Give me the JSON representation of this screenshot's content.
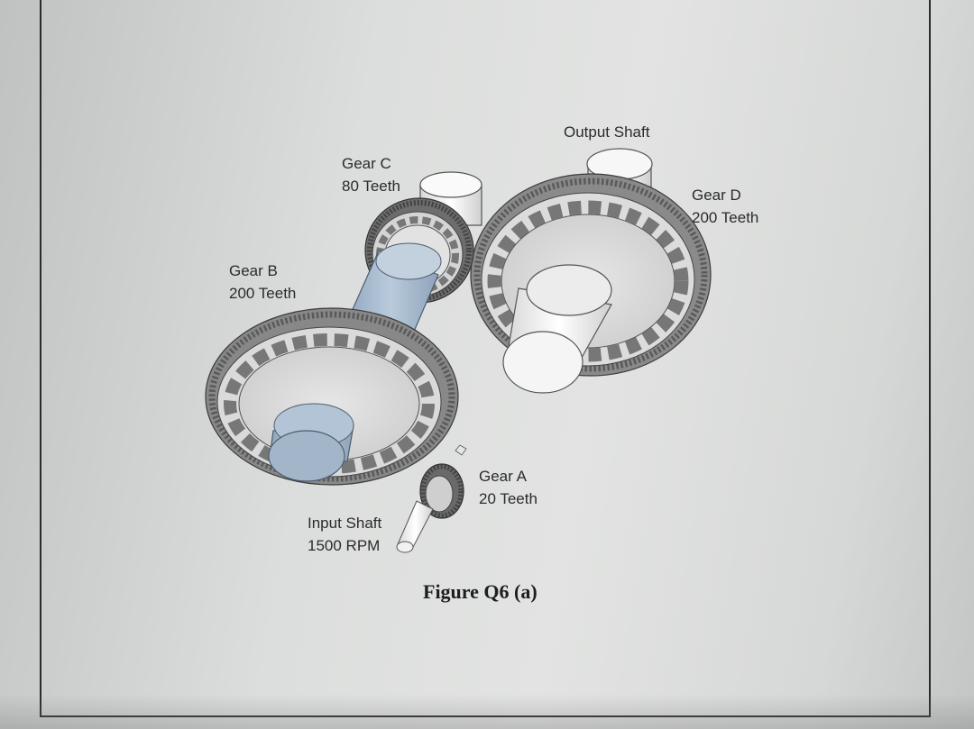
{
  "labels": {
    "output_shaft": "Output Shaft",
    "gear_c_name": "Gear C",
    "gear_c_teeth": "80 Teeth",
    "gear_d_name": "Gear D",
    "gear_d_teeth": "200 Teeth",
    "gear_b_name": "Gear B",
    "gear_b_teeth": "200 Teeth",
    "gear_a_name": "Gear A",
    "gear_a_teeth": "20 Teeth",
    "input_shaft_name": "Input Shaft",
    "input_shaft_speed": "1500 RPM"
  },
  "caption": "Figure Q6 (a)",
  "gear_train": [
    {
      "name": "Gear A",
      "teeth": 20
    },
    {
      "name": "Gear B",
      "teeth": 200
    },
    {
      "name": "Gear C",
      "teeth": 80
    },
    {
      "name": "Gear D",
      "teeth": 200
    }
  ],
  "input_speed_rpm": 1500,
  "colors": {
    "gear_body": "#d8d8d8",
    "gear_teeth": "#7a7a7a",
    "shaft_blue": "#a9bcd0",
    "shaft_light": "#f2f2f2"
  }
}
